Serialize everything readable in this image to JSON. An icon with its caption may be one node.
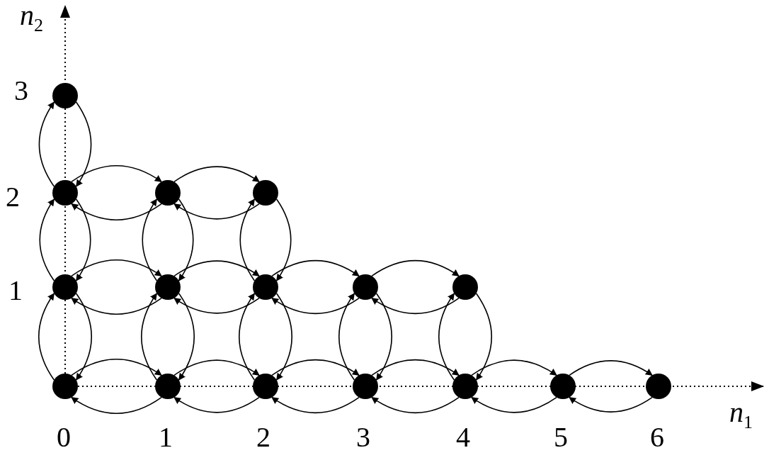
{
  "diagram": {
    "nodes": [
      {
        "text": [],
        "shape": "circle"
      },
      {
        "text": [],
        "shape": "circle"
      },
      {
        "text": [],
        "shape": "circle"
      },
      {
        "text": [],
        "shape": "circle"
      },
      {
        "text": [],
        "shape": "circle"
      },
      {
        "text": [],
        "shape": "circle"
      },
      {
        "text": [],
        "shape": "circle"
      },
      {
        "text": [],
        "shape": "circle"
      },
      {
        "text": [],
        "shape": "circle"
      },
      {
        "text": [],
        "shape": "circle"
      },
      {
        "text": [],
        "shape": "circle"
      },
      {
        "text": [],
        "shape": "circle"
      },
      {
        "text": [],
        "shape": "circle"
      },
      {
        "text": [],
        "shape": "circle"
      },
      {
        "text": [],
        "shape": "circle"
      },
      {
        "text": [],
        "shape": "circle"
      }
    ],
    "edges": [
      {
        "from": 1,
        "to": 0,
        "arrow": "to"
      },
      {
        "from": 0,
        "to": 1,
        "arrow": "to"
      },
      {
        "from": 1,
        "to": 2,
        "arrow": "to"
      },
      {
        "from": 2,
        "to": 1,
        "arrow": "to"
      },
      {
        "from": 2,
        "to": 3,
        "arrow": "to"
      },
      {
        "from": 3,
        "to": 2,
        "arrow": "to"
      },
      {
        "from": 4,
        "to": 1,
        "arrow": "to"
      },
      {
        "from": 1,
        "to": 4,
        "arrow": "to"
      },
      {
        "from": 5,
        "to": 2,
        "arrow": "to"
      },
      {
        "from": 2,
        "to": 5,
        "arrow": "to"
      },
      {
        "from": 6,
        "to": 3,
        "arrow": "to"
      },
      {
        "from": 3,
        "to": 6,
        "arrow": "to"
      },
      {
        "from": 4,
        "to": 5,
        "arrow": "to"
      },
      {
        "from": 5,
        "to": 4,
        "arrow": "to"
      },
      {
        "from": 5,
        "to": 6,
        "arrow": "to"
      },
      {
        "from": 6,
        "to": 5,
        "arrow": "to"
      },
      {
        "from": 6,
        "to": 7,
        "arrow": "to"
      },
      {
        "from": 7,
        "to": 6,
        "arrow": "to"
      },
      {
        "from": 7,
        "to": 8,
        "arrow": "to"
      },
      {
        "from": 8,
        "to": 7,
        "arrow": "to"
      },
      {
        "from": 9,
        "to": 4,
        "arrow": "to"
      },
      {
        "from": 4,
        "to": 9,
        "arrow": "to"
      },
      {
        "from": 10,
        "to": 5,
        "arrow": "to"
      },
      {
        "from": 5,
        "to": 10,
        "arrow": "to"
      },
      {
        "from": 11,
        "to": 6,
        "arrow": "to"
      },
      {
        "from": 6,
        "to": 11,
        "arrow": "to"
      },
      {
        "from": 12,
        "to": 7,
        "arrow": "to"
      },
      {
        "from": 7,
        "to": 12,
        "arrow": "to"
      },
      {
        "from": 13,
        "to": 8,
        "arrow": "to"
      },
      {
        "from": 8,
        "to": 13,
        "arrow": "to"
      },
      {
        "from": 9,
        "to": 10,
        "arrow": "to"
      },
      {
        "from": 10,
        "to": 9,
        "arrow": "to"
      },
      {
        "from": 10,
        "to": 11,
        "arrow": "to"
      },
      {
        "from": 11,
        "to": 10,
        "arrow": "to"
      },
      {
        "from": 11,
        "to": 12,
        "arrow": "to"
      },
      {
        "from": 12,
        "to": 11,
        "arrow": "to"
      },
      {
        "from": 12,
        "to": 13,
        "arrow": "to"
      },
      {
        "from": 13,
        "to": 12,
        "arrow": "to"
      },
      {
        "from": 13,
        "to": 14,
        "arrow": "to"
      },
      {
        "from": 14,
        "to": 13,
        "arrow": "to"
      },
      {
        "from": 14,
        "to": 15,
        "arrow": "to"
      },
      {
        "from": 15,
        "to": 14,
        "arrow": "to"
      }
    ],
    "labels": [
      "n$_{2}$",
      "3",
      "2",
      "1",
      "n$_{1}$",
      "0",
      "1",
      "2",
      "3",
      "4",
      "5",
      "6"
    ]
  }
}
